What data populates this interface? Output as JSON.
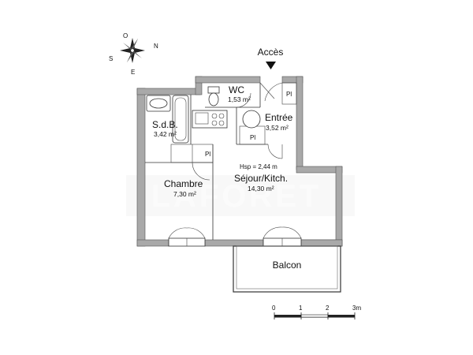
{
  "compass": {
    "n": "N",
    "s": "S",
    "e": "E",
    "o": "O"
  },
  "access": {
    "label": "Accès"
  },
  "rooms": {
    "wc": {
      "name": "WC",
      "area": "1,53 m²"
    },
    "sdb": {
      "name": "S.d.B.",
      "area": "3,42 m²"
    },
    "entree": {
      "name": "Entrée",
      "area": "3,52 m²"
    },
    "chambre": {
      "name": "Chambre",
      "area": "7,30 m²"
    },
    "sejour": {
      "name": "Séjour/Kitch.",
      "area": "14,30 m²"
    },
    "balcon": {
      "name": "Balcon"
    }
  },
  "ceiling": "Hsp = 2,44 m",
  "placards": {
    "pl1": "Pl",
    "pl2": "Pl",
    "pl3": "Pl"
  },
  "watermark": "LAFORET",
  "scale": {
    "t0": "0",
    "t1": "1",
    "t2": "2",
    "t3": "3m"
  }
}
